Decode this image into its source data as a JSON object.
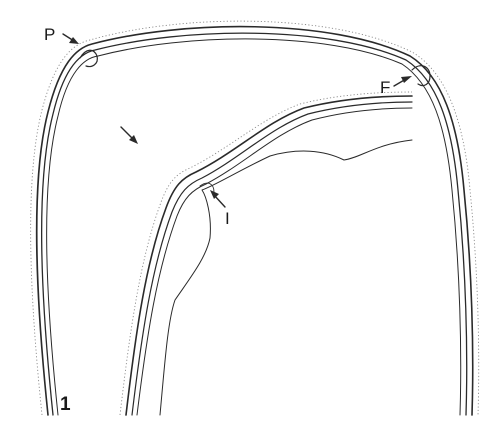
{
  "figure": {
    "panel_number": "1",
    "labels": {
      "P": "P",
      "F": "F",
      "I": "I"
    },
    "ink_color": "#2a2a2a",
    "background": "#ffffff"
  }
}
